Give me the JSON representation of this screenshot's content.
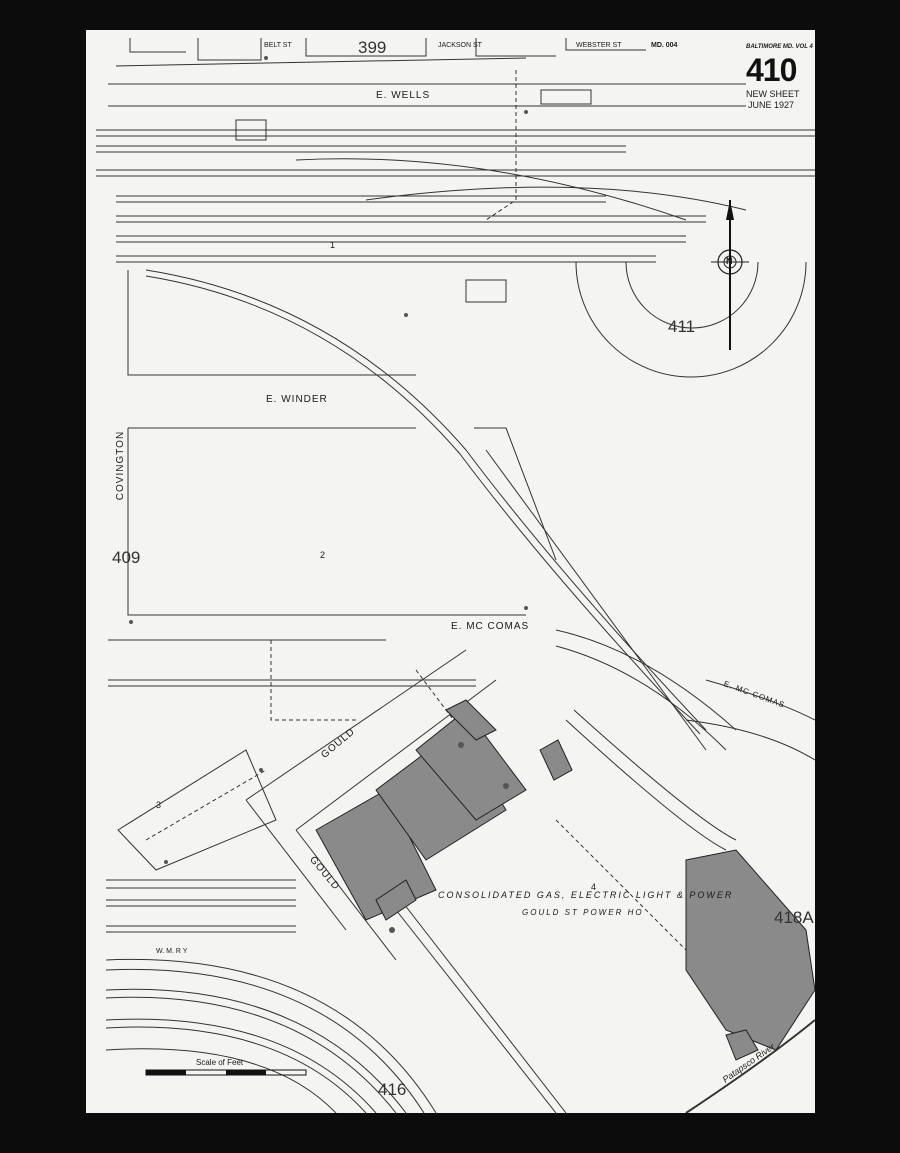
{
  "header": {
    "belt_st": "BELT ST",
    "adjoining_top": "399",
    "jackson_st": "JACKSON ST",
    "webster_st": "WEBSTER ST",
    "md_code": "MD. 004",
    "volume": "BALTIMORE MD. VOL 4",
    "sheet_number": "410",
    "new_sheet": "NEW SHEET",
    "date": "JUNE 1927"
  },
  "streets": {
    "e_wells": "E. WELLS",
    "e_winder": "E. WINDER",
    "covington": "COVINGTON",
    "e_mccomas": "E. MC COMAS",
    "e_mccomas_right": "E. MC COMAS",
    "gould_upper": "GOULD",
    "gould_lower": "GOULD",
    "w_m_ry": "W. M. R Y"
  },
  "adjoining_sheets": {
    "left": "409",
    "right_mid": "411",
    "right_lower": "418A",
    "bottom": "416"
  },
  "blocks": {
    "block1": "1",
    "block2": "2",
    "block3": "3",
    "block4": "4"
  },
  "plant": {
    "company": "CONSOLIDATED GAS, ELECTRIC LIGHT & POWER",
    "name": "GOULD ST POWER HO"
  },
  "map": {
    "river": "Patapsco River",
    "scale_label": "Scale of Feet",
    "compass_letter": "N"
  },
  "colors": {
    "paper": "#f4f4f2",
    "ink": "#1a1a1a",
    "building_fill": "#8a8a8a",
    "frame": "#0c0c0c"
  }
}
